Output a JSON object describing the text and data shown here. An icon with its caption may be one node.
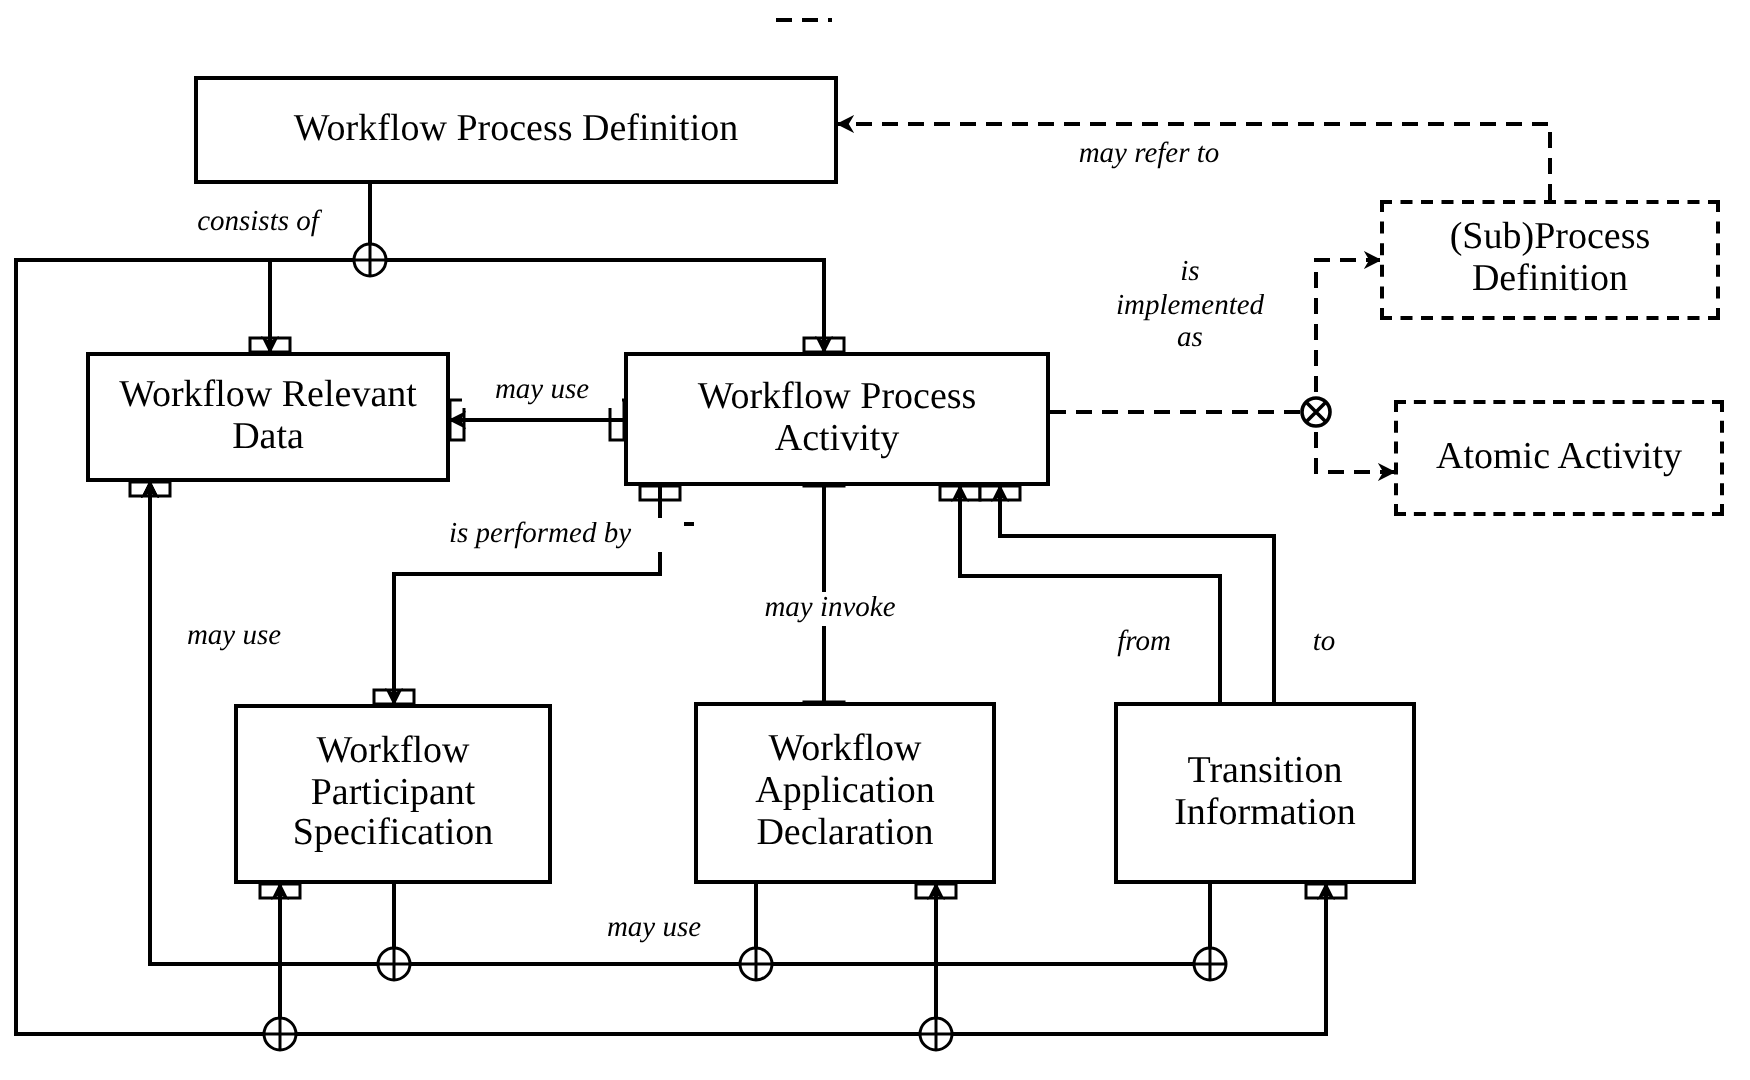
{
  "diagram": {
    "nodes": [
      {
        "text": [
          "Workflow Process Definition"
        ]
      },
      {
        "text": [
          "(Sub)Process Definition"
        ]
      },
      {
        "text": [
          "Atomic Activity"
        ]
      },
      {
        "text": [
          "Workflow Relevant Data"
        ]
      },
      {
        "text": [
          "Workflow Process Activity"
        ]
      },
      {
        "text": [
          "Workflow Participant Specification"
        ]
      },
      {
        "text": [
          "Workflow Application Declaration"
        ]
      },
      {
        "text": [
          "Transition Information"
        ]
      }
    ],
    "edges": [
      {
        "from": 0,
        "to": 3,
        "arrow": "to",
        "label": "consists of"
      },
      {
        "from": 0,
        "to": 4,
        "arrow": "to"
      },
      {
        "from": 0,
        "to": 5,
        "arrow": "to"
      },
      {
        "from": 0,
        "to": 6,
        "arrow": "to"
      },
      {
        "from": 0,
        "to": 7,
        "arrow": "to"
      },
      {
        "from": 4,
        "to": 3,
        "arrow": "to",
        "label": "may use"
      },
      {
        "from": 4,
        "to": 5,
        "arrow": "to",
        "label": "is performed by"
      },
      {
        "from": 4,
        "to": 6,
        "arrow": "other",
        "label": "may invoke"
      },
      {
        "from": 7,
        "to": 4,
        "arrow": "to",
        "label": "from"
      },
      {
        "from": 7,
        "to": 4,
        "arrow": "to",
        "label": "to"
      },
      {
        "from": 1,
        "to": 0,
        "arrow": "to",
        "label": "may refer to",
        "style": "dashed"
      },
      {
        "from": 4,
        "to": 1,
        "arrow": "to",
        "label": "is implemented as",
        "style": "dashed"
      },
      {
        "from": 4,
        "to": 2,
        "arrow": "to",
        "style": "dashed"
      },
      {
        "from": 5,
        "to": 3,
        "arrow": "to",
        "label": "may use"
      },
      {
        "from": 6,
        "to": 3,
        "arrow": "to",
        "label": "may use"
      },
      {
        "from": 7,
        "to": 3,
        "arrow": "to"
      }
    ]
  }
}
